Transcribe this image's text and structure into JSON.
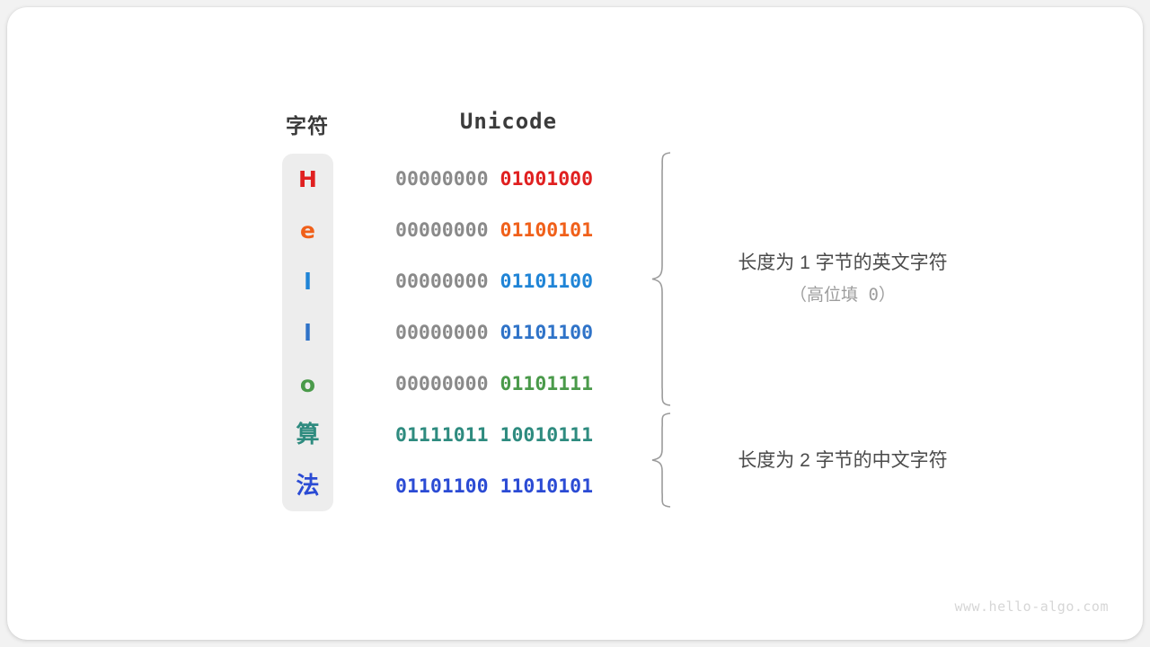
{
  "headers": {
    "character": "字符",
    "unicode": "Unicode"
  },
  "colors": {
    "char_column_bg": "#ededed",
    "high_byte_gray": "#8a8a8a",
    "brace": "#9b9b9b",
    "annotation_main": "#4a4a4a",
    "annotation_sub": "#9d9d9d",
    "watermark": "#d6d6d6",
    "card_bg": "#ffffff",
    "page_bg": "#f2f2f2"
  },
  "rows": [
    {
      "char": "H",
      "color": "#e02020",
      "high": "00000000",
      "low": "01001000",
      "cjk": false
    },
    {
      "char": "e",
      "color": "#f0601a",
      "high": "00000000",
      "low": "01100101",
      "cjk": false
    },
    {
      "char": "l",
      "color": "#1f84d6",
      "high": "00000000",
      "low": "01101100",
      "cjk": false
    },
    {
      "char": "l",
      "color": "#2f73c8",
      "high": "00000000",
      "low": "01101100",
      "cjk": false
    },
    {
      "char": "o",
      "color": "#4a9a4a",
      "high": "00000000",
      "low": "01101111",
      "cjk": false
    },
    {
      "char": "算",
      "color": "#2e8b7f",
      "high": "01111011",
      "low": "10010111",
      "cjk": true
    },
    {
      "char": "法",
      "color": "#2b4bd4",
      "high": "01101100",
      "low": "11010101",
      "cjk": true
    }
  ],
  "annotations": [
    {
      "main": "长度为 1 字节的英文字符",
      "sub": "（高位填 0）"
    },
    {
      "main": "长度为 2 字节的中文字符",
      "sub": ""
    }
  ],
  "watermark": "www.hello-algo.com"
}
